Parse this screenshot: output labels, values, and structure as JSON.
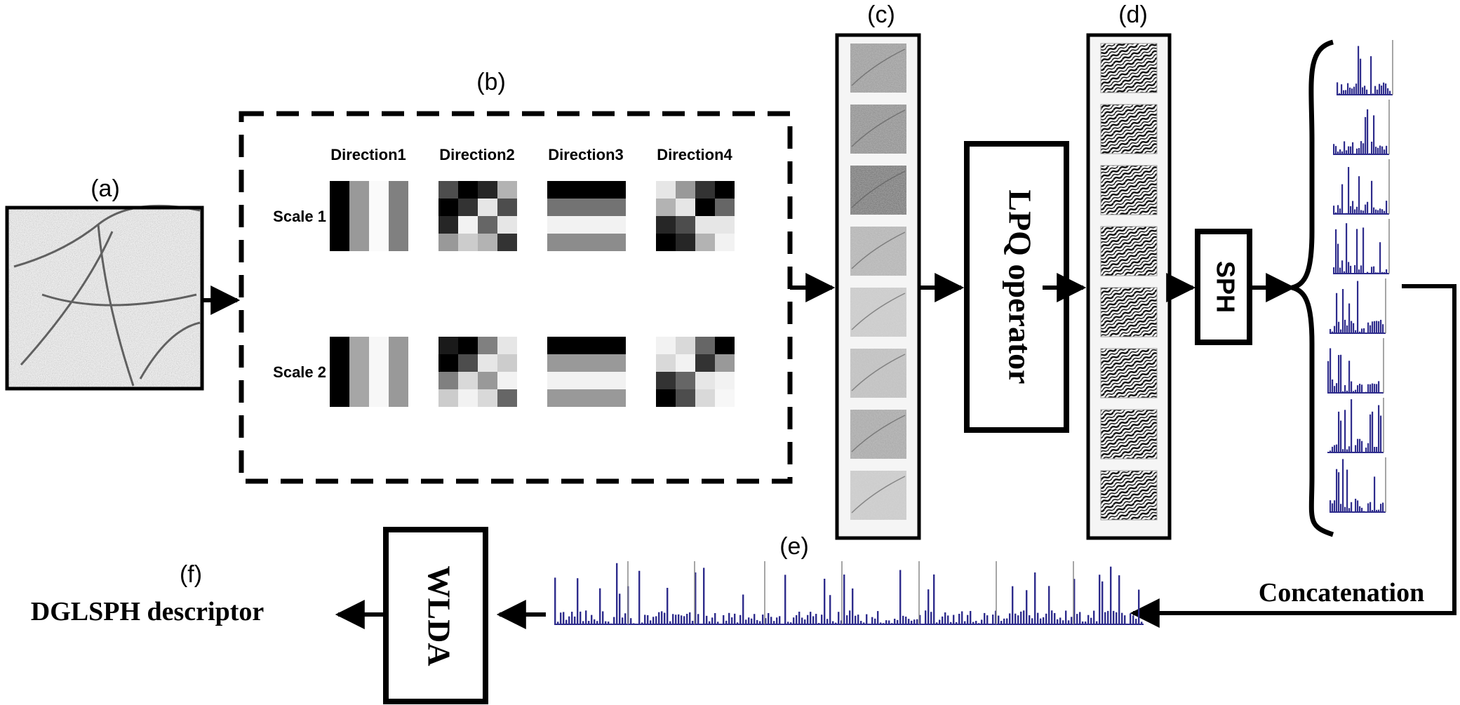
{
  "labels": {
    "a": "(a)",
    "b": "(b)",
    "c": "(c)",
    "d": "(d)",
    "e": "(e)",
    "f": "(f)"
  },
  "filters": {
    "directions": [
      "Direction1",
      "Direction2",
      "Direction3",
      "Direction4"
    ],
    "scales": [
      "Scale 1",
      "Scale 2"
    ],
    "patterns": {
      "scale1": [
        [
          [
            0,
            0.6,
            0.98,
            0.5
          ],
          [
            0,
            0.6,
            0.98,
            0.5
          ],
          [
            0,
            0.6,
            0.98,
            0.5
          ],
          [
            0,
            0.6,
            0.98,
            0.5
          ]
        ],
        [
          [
            0.3,
            0,
            0.15,
            0.7
          ],
          [
            0,
            0.2,
            0.9,
            0.3
          ],
          [
            0.15,
            0.95,
            0.4,
            0.9
          ],
          [
            0.6,
            0.8,
            0.7,
            0.2
          ]
        ],
        [
          [
            0,
            0,
            0,
            0
          ],
          [
            0.45,
            0.45,
            0.45,
            0.45
          ],
          [
            0.95,
            0.95,
            0.95,
            0.95
          ],
          [
            0.55,
            0.55,
            0.55,
            0.55
          ]
        ],
        [
          [
            0.9,
            0.6,
            0.2,
            0
          ],
          [
            0.7,
            0.9,
            0,
            0.4
          ],
          [
            0.15,
            0.3,
            0.9,
            0.9
          ],
          [
            0,
            0.15,
            0.7,
            0.95
          ]
        ]
      ],
      "scale2": [
        [
          [
            0,
            0.65,
            0.97,
            0.6
          ],
          [
            0,
            0.65,
            0.97,
            0.6
          ],
          [
            0,
            0.65,
            0.97,
            0.6
          ],
          [
            0,
            0.65,
            0.97,
            0.6
          ]
        ],
        [
          [
            0.1,
            0,
            0.5,
            0.9
          ],
          [
            0,
            0.3,
            0.9,
            0.8
          ],
          [
            0.5,
            0.85,
            0.6,
            0.95
          ],
          [
            0.8,
            0.95,
            0.85,
            0.4
          ]
        ],
        [
          [
            0,
            0,
            0,
            0
          ],
          [
            0.6,
            0.6,
            0.6,
            0.6
          ],
          [
            0.95,
            0.95,
            0.95,
            0.95
          ],
          [
            0.6,
            0.6,
            0.6,
            0.6
          ]
        ],
        [
          [
            0.95,
            0.85,
            0.4,
            0
          ],
          [
            0.85,
            0.95,
            0.2,
            0.6
          ],
          [
            0.2,
            0.4,
            0.9,
            0.95
          ],
          [
            0,
            0.3,
            0.85,
            0.97
          ]
        ]
      ]
    }
  },
  "boxes": {
    "lpq": "LPQ operator",
    "sph": "SPH",
    "wlda": "WLDA"
  },
  "concatenation": "Concatenation",
  "descriptor": "DGLSPH descriptor",
  "colors": {
    "histogram": "#2e2c8c",
    "stroke": "#000000"
  }
}
